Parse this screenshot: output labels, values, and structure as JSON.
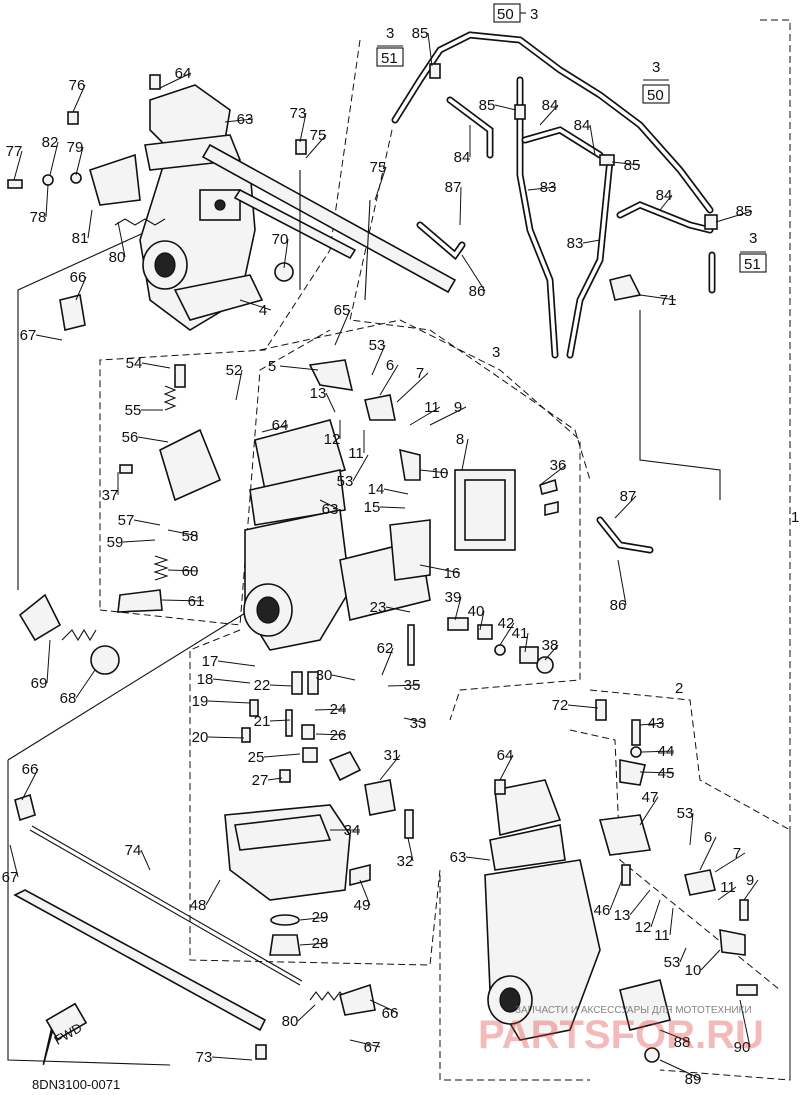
{
  "diagram": {
    "code": "8DN3100-0071",
    "fwd_label": "FWD",
    "bracket_refs": [
      {
        "top": "50",
        "right": "3"
      },
      {
        "top": "3",
        "bottom": "51"
      },
      {
        "top": "3",
        "bottom": "50"
      },
      {
        "top": "3",
        "bottom": "51"
      }
    ],
    "assembly_labels": [
      "3",
      "2",
      "1"
    ],
    "part_numbers": [
      "1",
      "2",
      "3",
      "4",
      "5",
      "6",
      "7",
      "8",
      "9",
      "10",
      "11",
      "12",
      "13",
      "14",
      "15",
      "16",
      "17",
      "18",
      "19",
      "20",
      "21",
      "22",
      "23",
      "24",
      "25",
      "26",
      "27",
      "28",
      "29",
      "30",
      "31",
      "32",
      "33",
      "34",
      "35",
      "36",
      "37",
      "38",
      "39",
      "40",
      "41",
      "42",
      "43",
      "44",
      "45",
      "46",
      "47",
      "48",
      "49",
      "50",
      "51",
      "52",
      "53",
      "54",
      "55",
      "56",
      "57",
      "58",
      "59",
      "60",
      "61",
      "62",
      "63",
      "64",
      "65",
      "66",
      "67",
      "68",
      "69",
      "70",
      "71",
      "72",
      "73",
      "74",
      "75",
      "76",
      "77",
      "78",
      "79",
      "80",
      "81",
      "82",
      "83",
      "84",
      "85",
      "86",
      "87",
      "88",
      "89",
      "90"
    ],
    "watermark": "PARTSFOR.RU",
    "watermark_sub": "ЗАПЧАСТИ И АКСЕССУАРЫ ДЛЯ МОТОТЕХНИКИ"
  }
}
